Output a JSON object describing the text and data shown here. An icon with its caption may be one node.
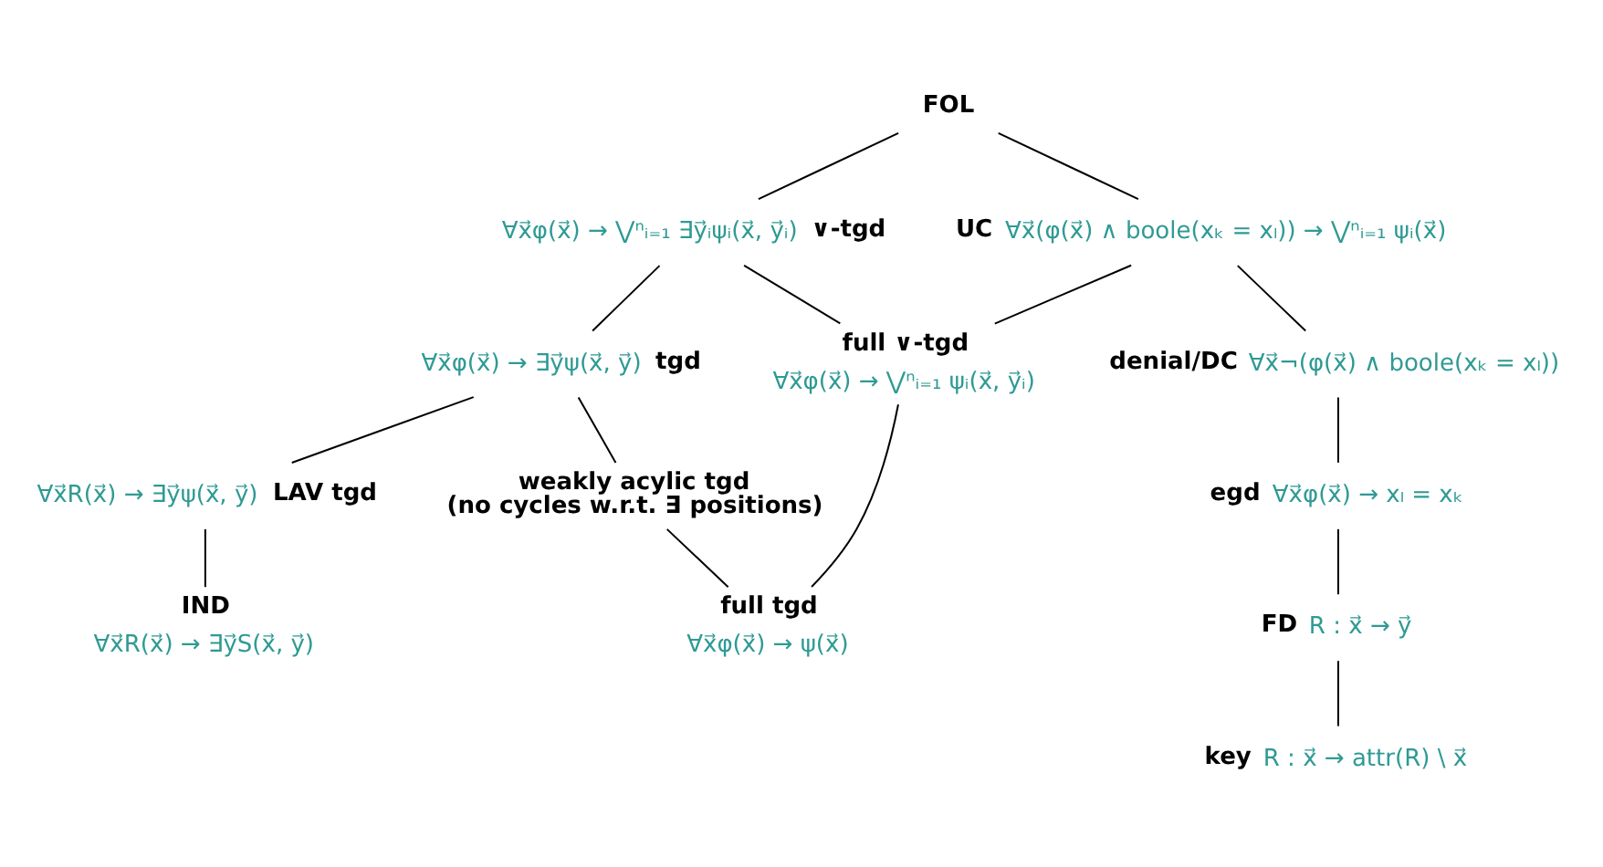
{
  "diagram": {
    "nodes": [
      {
        "text": [
          "FOL"
        ]
      },
      {
        "text": [
          "∨-tgd"
        ],
        "beside": [
          "∀x⃗φ(x⃗) → ⋁ⁿᵢ₌₁ ∃y⃗ᵢψᵢ(x⃗, y⃗ᵢ)"
        ]
      },
      {
        "text": [
          "UC"
        ],
        "beside": [
          "∀x⃗(φ(x⃗) ∧ boole(xₖ = xₗ)) → ⋁ⁿᵢ₌₁ ψᵢ(x⃗)"
        ]
      },
      {
        "text": [
          "tgd"
        ],
        "beside": [
          "∀x⃗φ(x⃗) → ∃y⃗ψ(x⃗, y⃗)"
        ]
      },
      {
        "text": [
          "full ∨-tgd"
        ],
        "beside": [
          "∀x⃗φ(x⃗) → ⋁ⁿᵢ₌₁ ψᵢ(x⃗, y⃗ᵢ)"
        ]
      },
      {
        "text": [
          "denial/DC"
        ],
        "beside": [
          "∀x⃗¬(φ(x⃗) ∧ boole(xₖ = xₗ))"
        ]
      },
      {
        "text": [
          "LAV tgd"
        ],
        "beside": [
          "∀x⃗R(x⃗) → ∃y⃗ψ(x⃗, y⃗)"
        ]
      },
      {
        "text": [
          "weakly acylic tgd",
          "(no cycles w.r.t. ∃ positions)"
        ]
      },
      {
        "text": [
          "IND"
        ],
        "beside": [
          "∀x⃗R(x⃗) → ∃y⃗S(x⃗, y⃗)"
        ]
      },
      {
        "text": [
          "full tgd"
        ],
        "beside": [
          "∀x⃗φ(x⃗) → ψ(x⃗)"
        ]
      },
      {
        "text": [
          "egd"
        ],
        "beside": [
          "∀x⃗φ(x⃗) → xₗ = xₖ"
        ]
      },
      {
        "text": [
          "FD"
        ],
        "beside": [
          "R : x⃗ → y⃗"
        ]
      },
      {
        "text": [
          "key"
        ],
        "beside": [
          "R : x⃗ → attr(R) \\ x⃗"
        ]
      }
    ],
    "edges": [
      {
        "from": 0,
        "to": 1,
        "arrow": "none"
      },
      {
        "from": 0,
        "to": 2,
        "arrow": "none"
      },
      {
        "from": 1,
        "to": 3,
        "arrow": "none"
      },
      {
        "from": 1,
        "to": 4,
        "arrow": "none"
      },
      {
        "from": 2,
        "to": 4,
        "arrow": "none"
      },
      {
        "from": 2,
        "to": 5,
        "arrow": "none"
      },
      {
        "from": 3,
        "to": 6,
        "arrow": "none"
      },
      {
        "from": 3,
        "to": 7,
        "arrow": "none"
      },
      {
        "from": 4,
        "to": 9,
        "arrow": "none"
      },
      {
        "from": 7,
        "to": 9,
        "arrow": "none"
      },
      {
        "from": 6,
        "to": 8,
        "arrow": "none"
      },
      {
        "from": 5,
        "to": 10,
        "arrow": "none"
      },
      {
        "from": 10,
        "to": 11,
        "arrow": "none"
      },
      {
        "from": 11,
        "to": 12,
        "arrow": "none"
      }
    ]
  }
}
